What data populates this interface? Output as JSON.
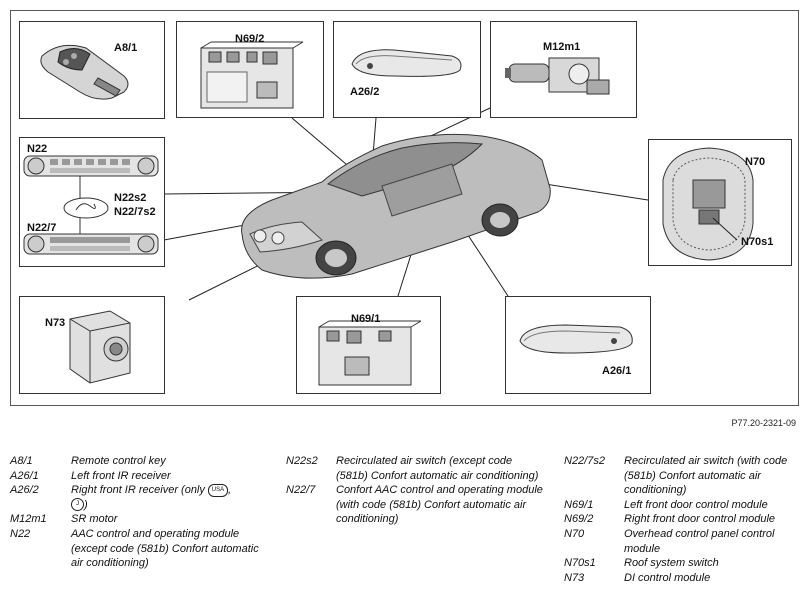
{
  "figure_id": "P77.20-2321-09",
  "callouts": {
    "a8_1": "A8/1",
    "n69_2": "N69/2",
    "a26_2": "A26/2",
    "m12m1": "M12m1",
    "n22": "N22",
    "n22s2": "N22s2",
    "n22_7s2": "N22/7s2",
    "n22_7": "N22/7",
    "n70": "N70",
    "n70s1": "N70s1",
    "n73": "N73",
    "n69_1": "N69/1",
    "a26_1": "A26/1"
  },
  "legend": {
    "col1": [
      {
        "code": "A8/1",
        "desc": "Remote control key"
      },
      {
        "code": "A26/1",
        "desc": "Left front IR receiver"
      },
      {
        "code": "A26/2",
        "desc": "Right front IR receiver (only",
        "desc2": ","
      },
      {
        "code": "M12m1",
        "desc": "SR motor"
      },
      {
        "code": "N22",
        "desc": "AAC control and operating module",
        "desc2": "(except code (581b) Confort automatic air conditioning)"
      }
    ],
    "col2": [
      {
        "code": "N22s2",
        "desc": "Recirculated air switch (except code (581b) Confort automatic air conditioning)"
      },
      {
        "code": "N22/7",
        "desc": "Confort AAC control and operating module (with code (581b) Confort automatic air conditioning)"
      }
    ],
    "col3": [
      {
        "code": "N22/7s2",
        "desc": "Recirculated air switch (with code (581b) Confort automatic air conditioning)"
      },
      {
        "code": "N69/1",
        "desc": "Left front door control module"
      },
      {
        "code": "N69/2",
        "desc": "Right front door control module"
      },
      {
        "code": "N70",
        "desc": "Overhead control panel control module"
      },
      {
        "code": "N70s1",
        "desc": "Roof system switch"
      },
      {
        "code": "N73",
        "desc": "DI control module"
      }
    ]
  },
  "icons": {
    "usa": "USA",
    "japan": "J"
  }
}
